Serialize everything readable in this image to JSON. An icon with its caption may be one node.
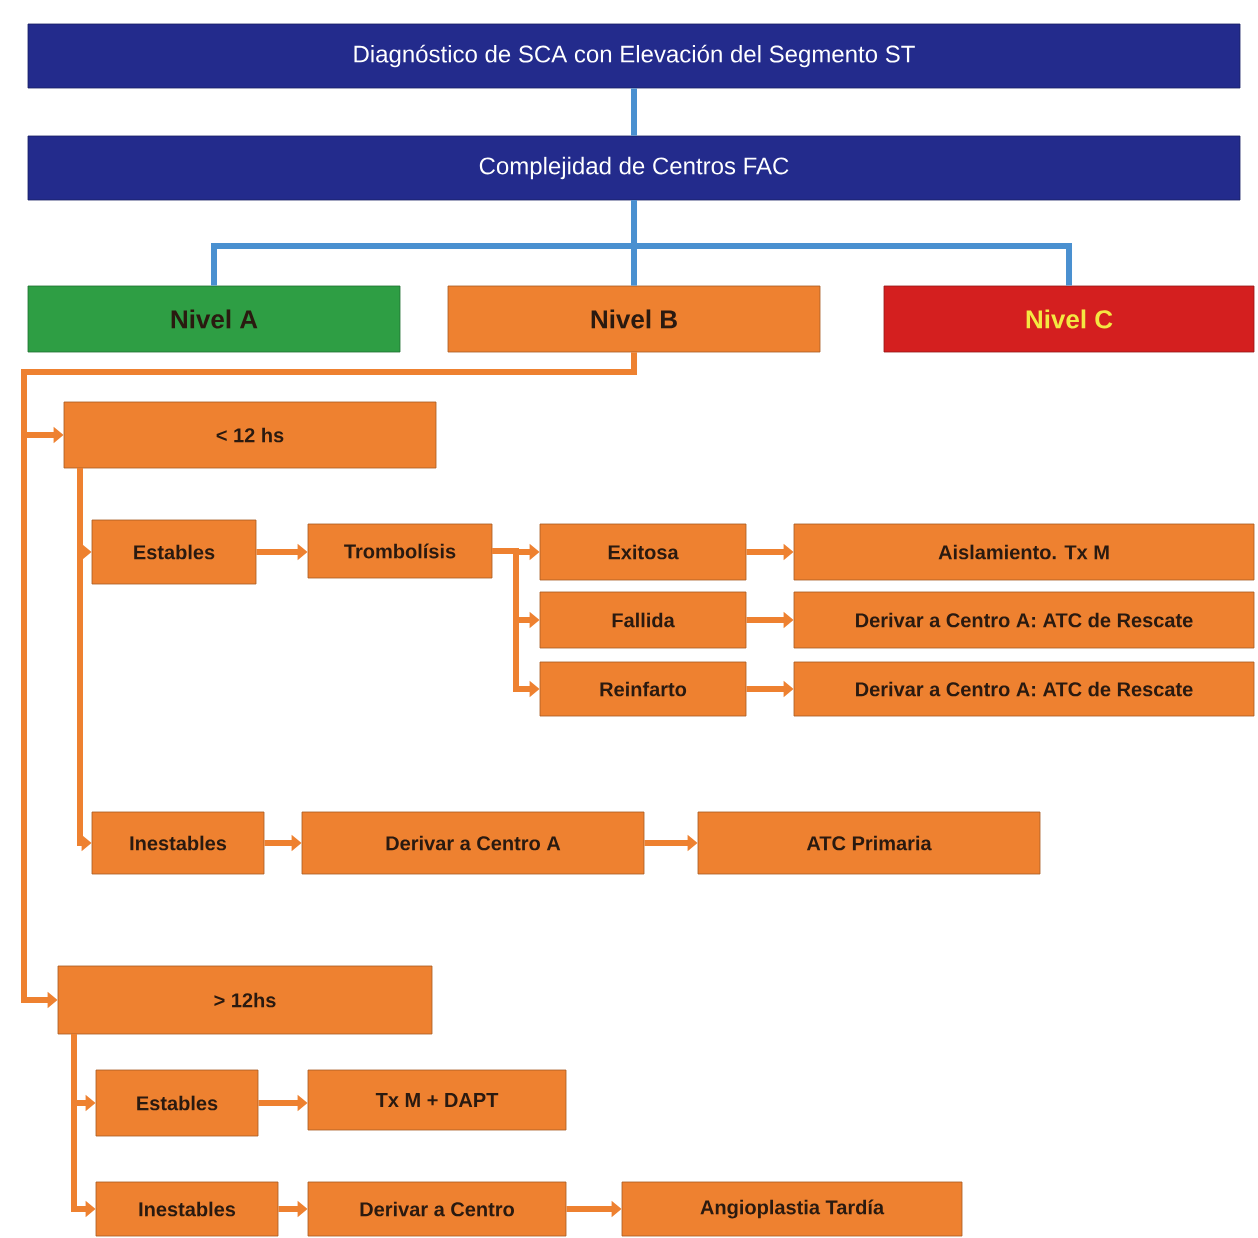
{
  "diagram": {
    "nodes": [
      {
        "text": [
          "Diagnóstico de SCA con Elevación del Segmento ST"
        ]
      },
      {
        "text": [
          "Complejidad de Centros FAC"
        ]
      },
      {
        "text": [
          "Nivel A"
        ]
      },
      {
        "text": [
          "Nivel B"
        ]
      },
      {
        "text": [
          "Nivel C"
        ]
      },
      {
        "text": [
          "< 12 hs"
        ]
      },
      {
        "text": [
          "Estables"
        ]
      },
      {
        "text": [
          "Trombolísis"
        ]
      },
      {
        "text": [
          "Exitosa"
        ]
      },
      {
        "text": [
          "Aislamiento. Tx M"
        ]
      },
      {
        "text": [
          "Fallida"
        ]
      },
      {
        "text": [
          "Derivar a Centro A: ATC de Rescate"
        ]
      },
      {
        "text": [
          "Reinfarto"
        ]
      },
      {
        "text": [
          "Derivar a Centro A: ATC de Rescate"
        ]
      },
      {
        "text": [
          "Inestables"
        ]
      },
      {
        "text": [
          "Derivar a Centro A"
        ]
      },
      {
        "text": [
          "ATC Primaria"
        ]
      },
      {
        "text": [
          "> 12hs"
        ]
      },
      {
        "text": [
          "Estables"
        ]
      },
      {
        "text": [
          "Tx M + DAPT"
        ]
      },
      {
        "text": [
          "Inestables"
        ]
      },
      {
        "text": [
          "Derivar a Centro"
        ]
      },
      {
        "text": [
          "Angioplastia Tardía"
        ]
      }
    ],
    "edges": [
      {
        "from": 0,
        "to": 1,
        "arrow": "none",
        "color": "#4a90d0"
      },
      {
        "from": 1,
        "to": 2,
        "arrow": "none",
        "color": "#4a90d0"
      },
      {
        "from": 1,
        "to": 3,
        "arrow": "none",
        "color": "#4a90d0"
      },
      {
        "from": 1,
        "to": 4,
        "arrow": "none",
        "color": "#4a90d0"
      },
      {
        "from": 3,
        "to": 5,
        "arrow": "to"
      },
      {
        "from": 3,
        "to": 17,
        "arrow": "to"
      },
      {
        "from": 5,
        "to": 6,
        "arrow": "to"
      },
      {
        "from": 5,
        "to": 14,
        "arrow": "to"
      },
      {
        "from": 6,
        "to": 7,
        "arrow": "to"
      },
      {
        "from": 7,
        "to": 8,
        "arrow": "to"
      },
      {
        "from": 7,
        "to": 10,
        "arrow": "to"
      },
      {
        "from": 7,
        "to": 12,
        "arrow": "to"
      },
      {
        "from": 8,
        "to": 9,
        "arrow": "to"
      },
      {
        "from": 10,
        "to": 11,
        "arrow": "to"
      },
      {
        "from": 12,
        "to": 13,
        "arrow": "to"
      },
      {
        "from": 14,
        "to": 15,
        "arrow": "to"
      },
      {
        "from": 15,
        "to": 16,
        "arrow": "to"
      },
      {
        "from": 17,
        "to": 18,
        "arrow": "to"
      },
      {
        "from": 17,
        "to": 20,
        "arrow": "to"
      },
      {
        "from": 18,
        "to": 19,
        "arrow": "to"
      },
      {
        "from": 20,
        "to": 21,
        "arrow": "to"
      },
      {
        "from": 21,
        "to": 22,
        "arrow": "to"
      }
    ]
  }
}
